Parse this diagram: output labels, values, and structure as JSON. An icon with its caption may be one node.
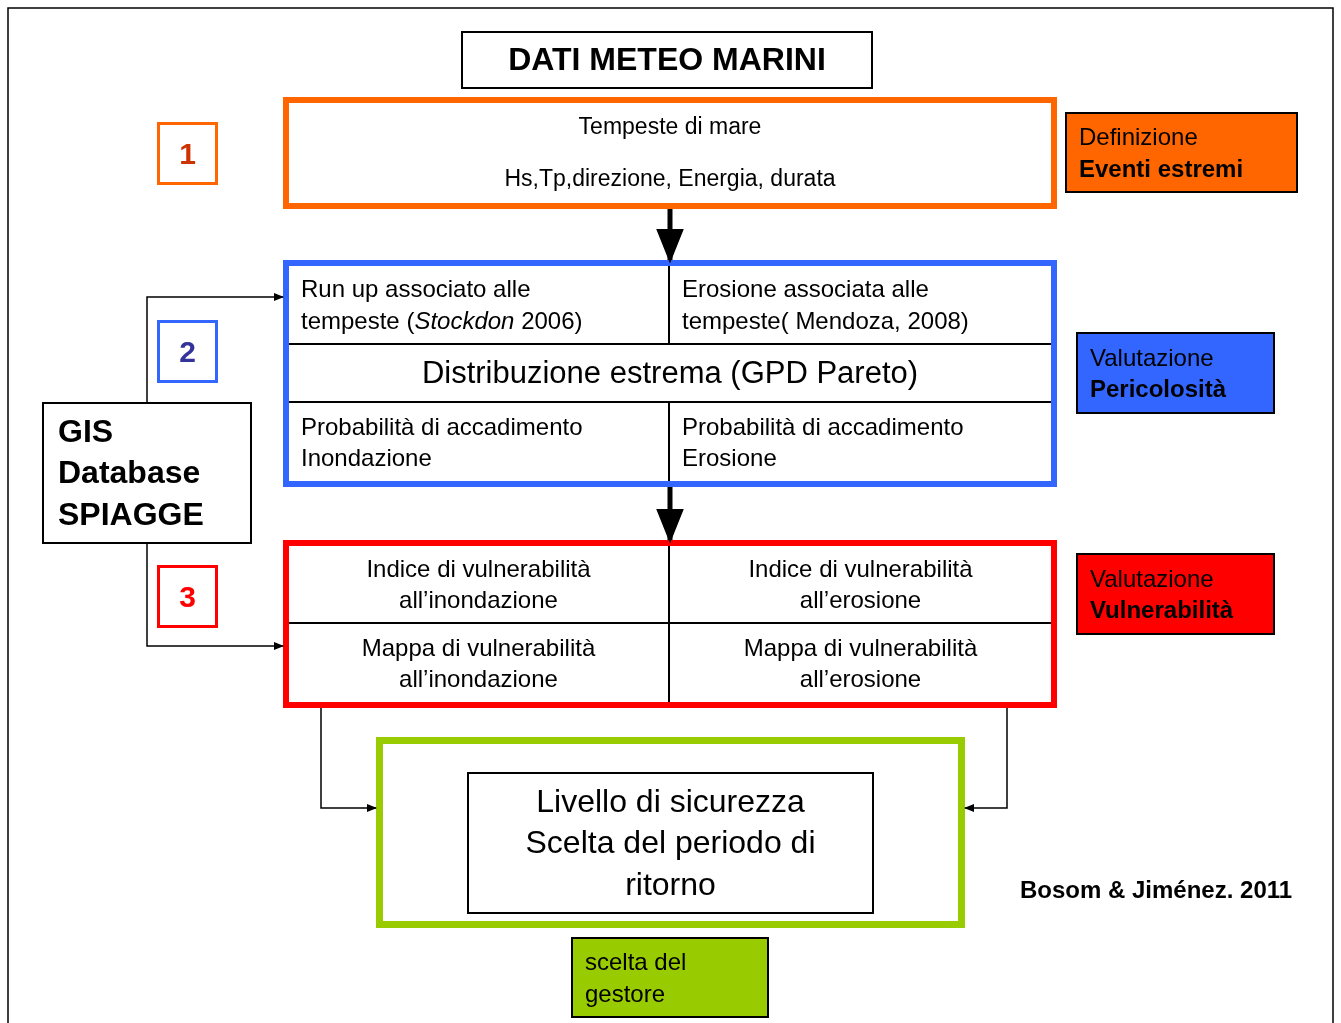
{
  "diagram": {
    "nodes": [
      {
        "text": [
          "DATI METEO MARINI"
        ]
      },
      {
        "text": [
          "Tempeste di mare",
          "Hs,Tp,direzione, Energia, durata"
        ]
      },
      {
        "text": [],
        "shape": "box"
      },
      {
        "text": [
          "Run up associato alle tempeste (*Stockdon*  2006)"
        ],
        "in": 2
      },
      {
        "text": [
          "Erosione associata alle tempeste( Mendoza, 2008)"
        ],
        "in": 2
      },
      {
        "text": [
          "Distribuzione estrema (GPD Pareto)"
        ],
        "in": 2
      },
      {
        "text": [
          "Probabilità di accadimento Inondazione"
        ],
        "in": 2
      },
      {
        "text": [
          "Probabilità di accadimento Erosione"
        ],
        "in": 2
      },
      {
        "text": [],
        "shape": "box"
      },
      {
        "text": [
          "Indice di vulnerabilità all’inondazione"
        ],
        "in": 8
      },
      {
        "text": [
          "Indice di vulnerabilità all’erosione"
        ],
        "in": 8
      },
      {
        "text": [
          "Mappa di vulnerabilità all’inondazione"
        ],
        "in": 8
      },
      {
        "text": [
          "Mappa di vulnerabilità all’erosione"
        ],
        "in": 8
      },
      {
        "text": [],
        "shape": "box"
      },
      {
        "text": [
          "Livello di sicurezza Scelta del periodo di ritorno"
        ],
        "in": 13
      },
      {
        "text": [
          "1"
        ]
      },
      {
        "text": [
          "2"
        ]
      },
      {
        "text": [
          "3"
        ]
      },
      {
        "text": [
          "GIS Database SPIAGGE"
        ]
      },
      {
        "text": [
          "Definizione",
          "Eventi estremi"
        ]
      },
      {
        "text": [
          "Valutazione",
          "Pericolosità"
        ]
      },
      {
        "text": [
          "Valutazione",
          "Vulnerabilità"
        ]
      },
      {
        "text": [
          "scelta del gestore"
        ]
      }
    ],
    "edges": [
      {
        "from": 1,
        "to": 2,
        "arrow": "to",
        "style": "thick"
      },
      {
        "from": 2,
        "to": 8,
        "arrow": "to",
        "style": "thick"
      },
      {
        "from": 18,
        "to": 2,
        "arrow": "to"
      },
      {
        "from": 18,
        "to": 8,
        "arrow": "to"
      },
      {
        "from": 8,
        "to": 13,
        "arrow": "to"
      },
      {
        "from": 8,
        "to": 13,
        "arrow": "to"
      }
    ],
    "labels": [
      "Bosom & Jiménez. 2011"
    ]
  }
}
